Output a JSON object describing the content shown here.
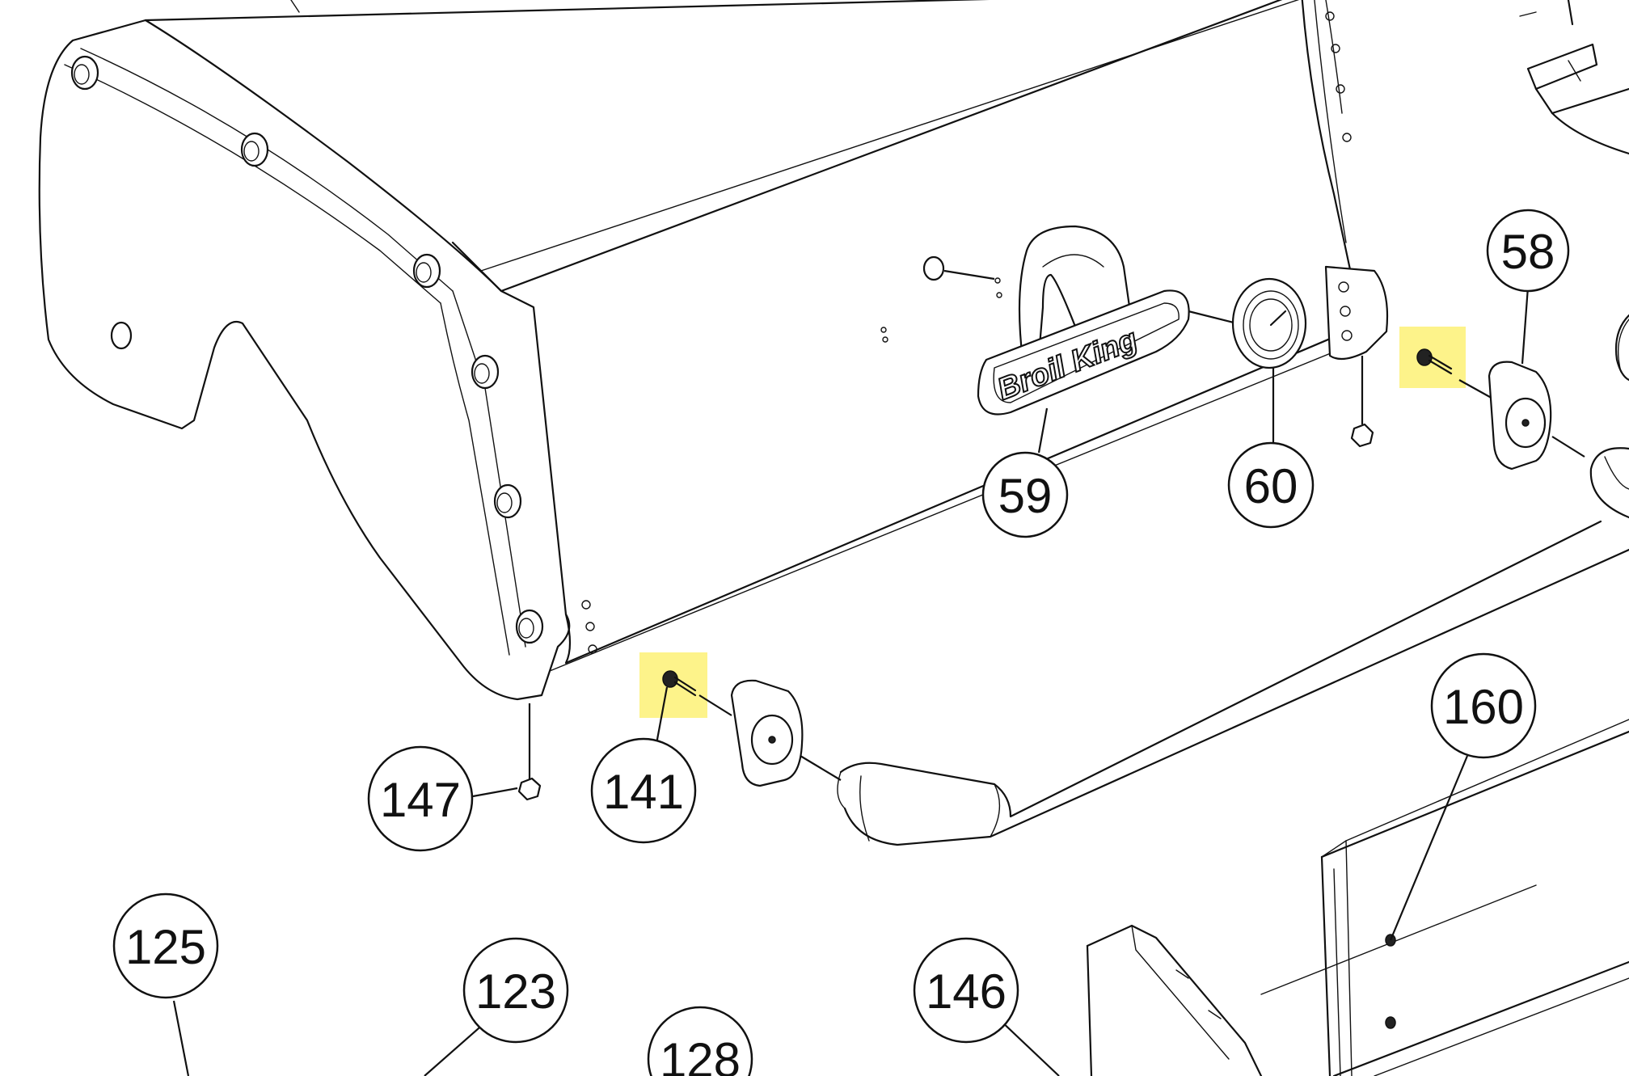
{
  "diagram": {
    "logo_text": "Broil King",
    "highlight_color": "#fdf38a",
    "line_color": "#111111",
    "callouts": [
      {
        "id": "58",
        "label": "58"
      },
      {
        "id": "59",
        "label": "59"
      },
      {
        "id": "60",
        "label": "60"
      },
      {
        "id": "141",
        "label": "141"
      },
      {
        "id": "147",
        "label": "147"
      },
      {
        "id": "160",
        "label": "160"
      },
      {
        "id": "125",
        "label": "125"
      },
      {
        "id": "123",
        "label": "123"
      },
      {
        "id": "128",
        "label": "128"
      },
      {
        "id": "146",
        "label": "146"
      }
    ]
  }
}
